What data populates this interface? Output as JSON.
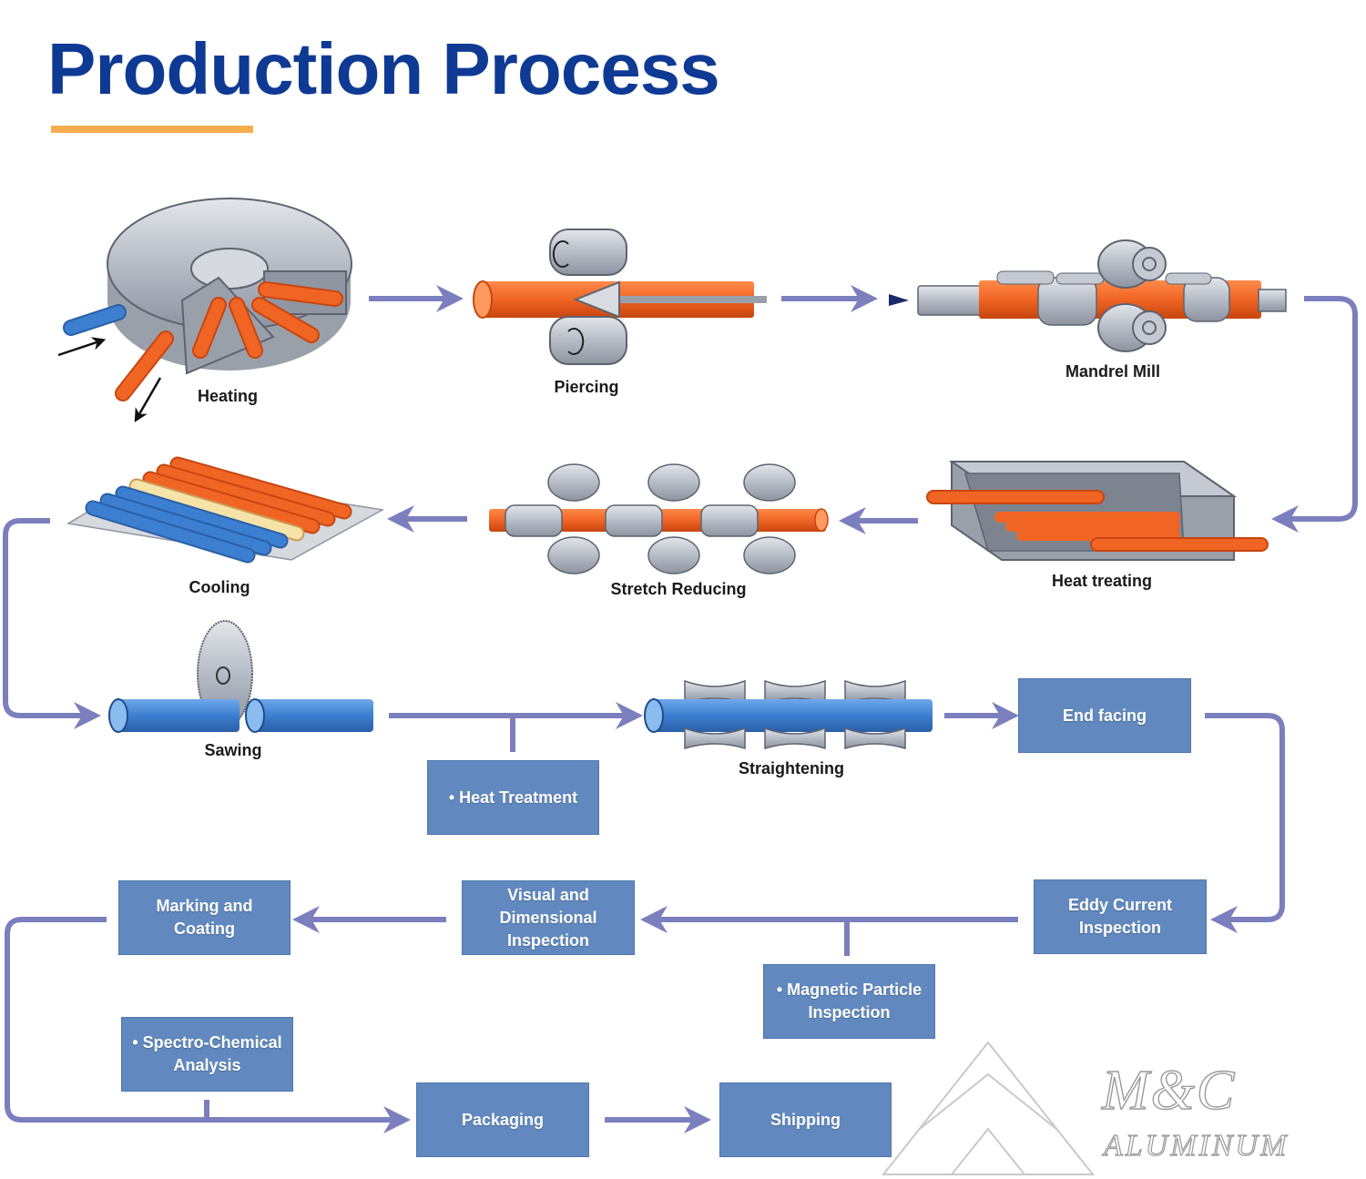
{
  "title": "Production Process",
  "colors": {
    "title": "#0e3a94",
    "underline": "#f5ae4e",
    "arrow": "#7b7fbd",
    "box": "#6189bf",
    "hot_steel": "#f06524",
    "cold_steel": "#3c7fd0",
    "machine": "#b9bec7"
  },
  "stages": {
    "heating": "Heating",
    "piercing": "Piercing",
    "mandrel_mill": "Mandrel Mill",
    "heat_treating": "Heat treating",
    "stretch_reducing": "Stretch Reducing",
    "cooling": "Cooling",
    "sawing": "Sawing",
    "straightening": "Straightening"
  },
  "boxes": {
    "end_facing": "End facing",
    "heat_treatment": "• Heat Treatment",
    "eddy_current": "Eddy Current\nInspection",
    "visual_dimensional": "Visual and\nDimensional\nInspection",
    "marking_coating": "Marking and\nCoating",
    "magnetic_particle": "• Magnetic Particle\nInspection",
    "spectro_chemical": "• Spectro-Chemical\nAnalysis",
    "packaging": "Packaging",
    "shipping": "Shipping"
  },
  "logo": {
    "main": "M&C",
    "sub": "ALUMINUM"
  }
}
